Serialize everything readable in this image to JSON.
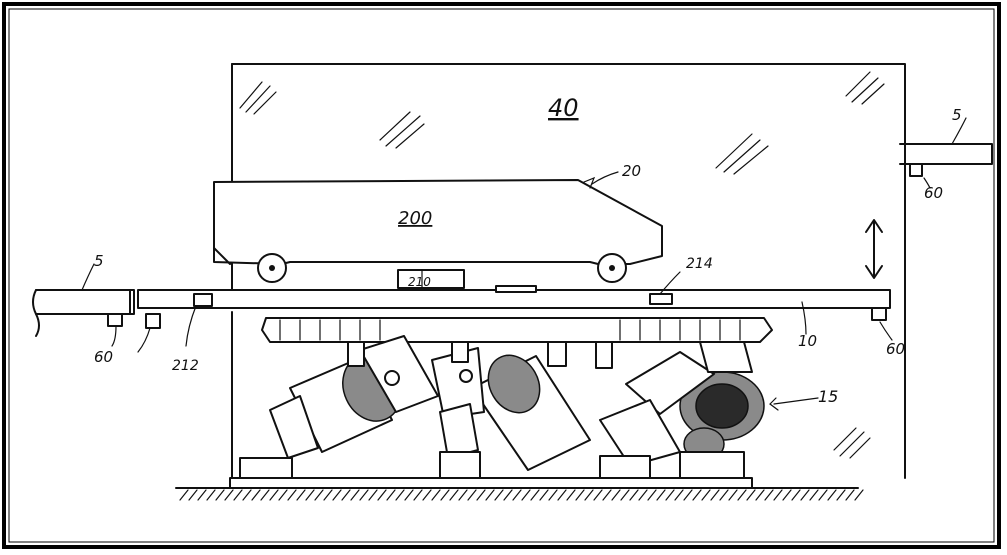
{
  "labels": {
    "chamber": "40",
    "vehicle": "200",
    "vehicle_pointer": "20",
    "track_left": "5",
    "track_right": "5",
    "support_left": "60",
    "support_mid_right": "60",
    "support_far_right": "60",
    "platform": "10",
    "motion_base": "15",
    "sensor_left": "212",
    "sensor_mid": "210",
    "sensor_right": "214"
  },
  "colors": {
    "ink": "#111111",
    "paper": "#ffffff",
    "frame": "#000000"
  }
}
